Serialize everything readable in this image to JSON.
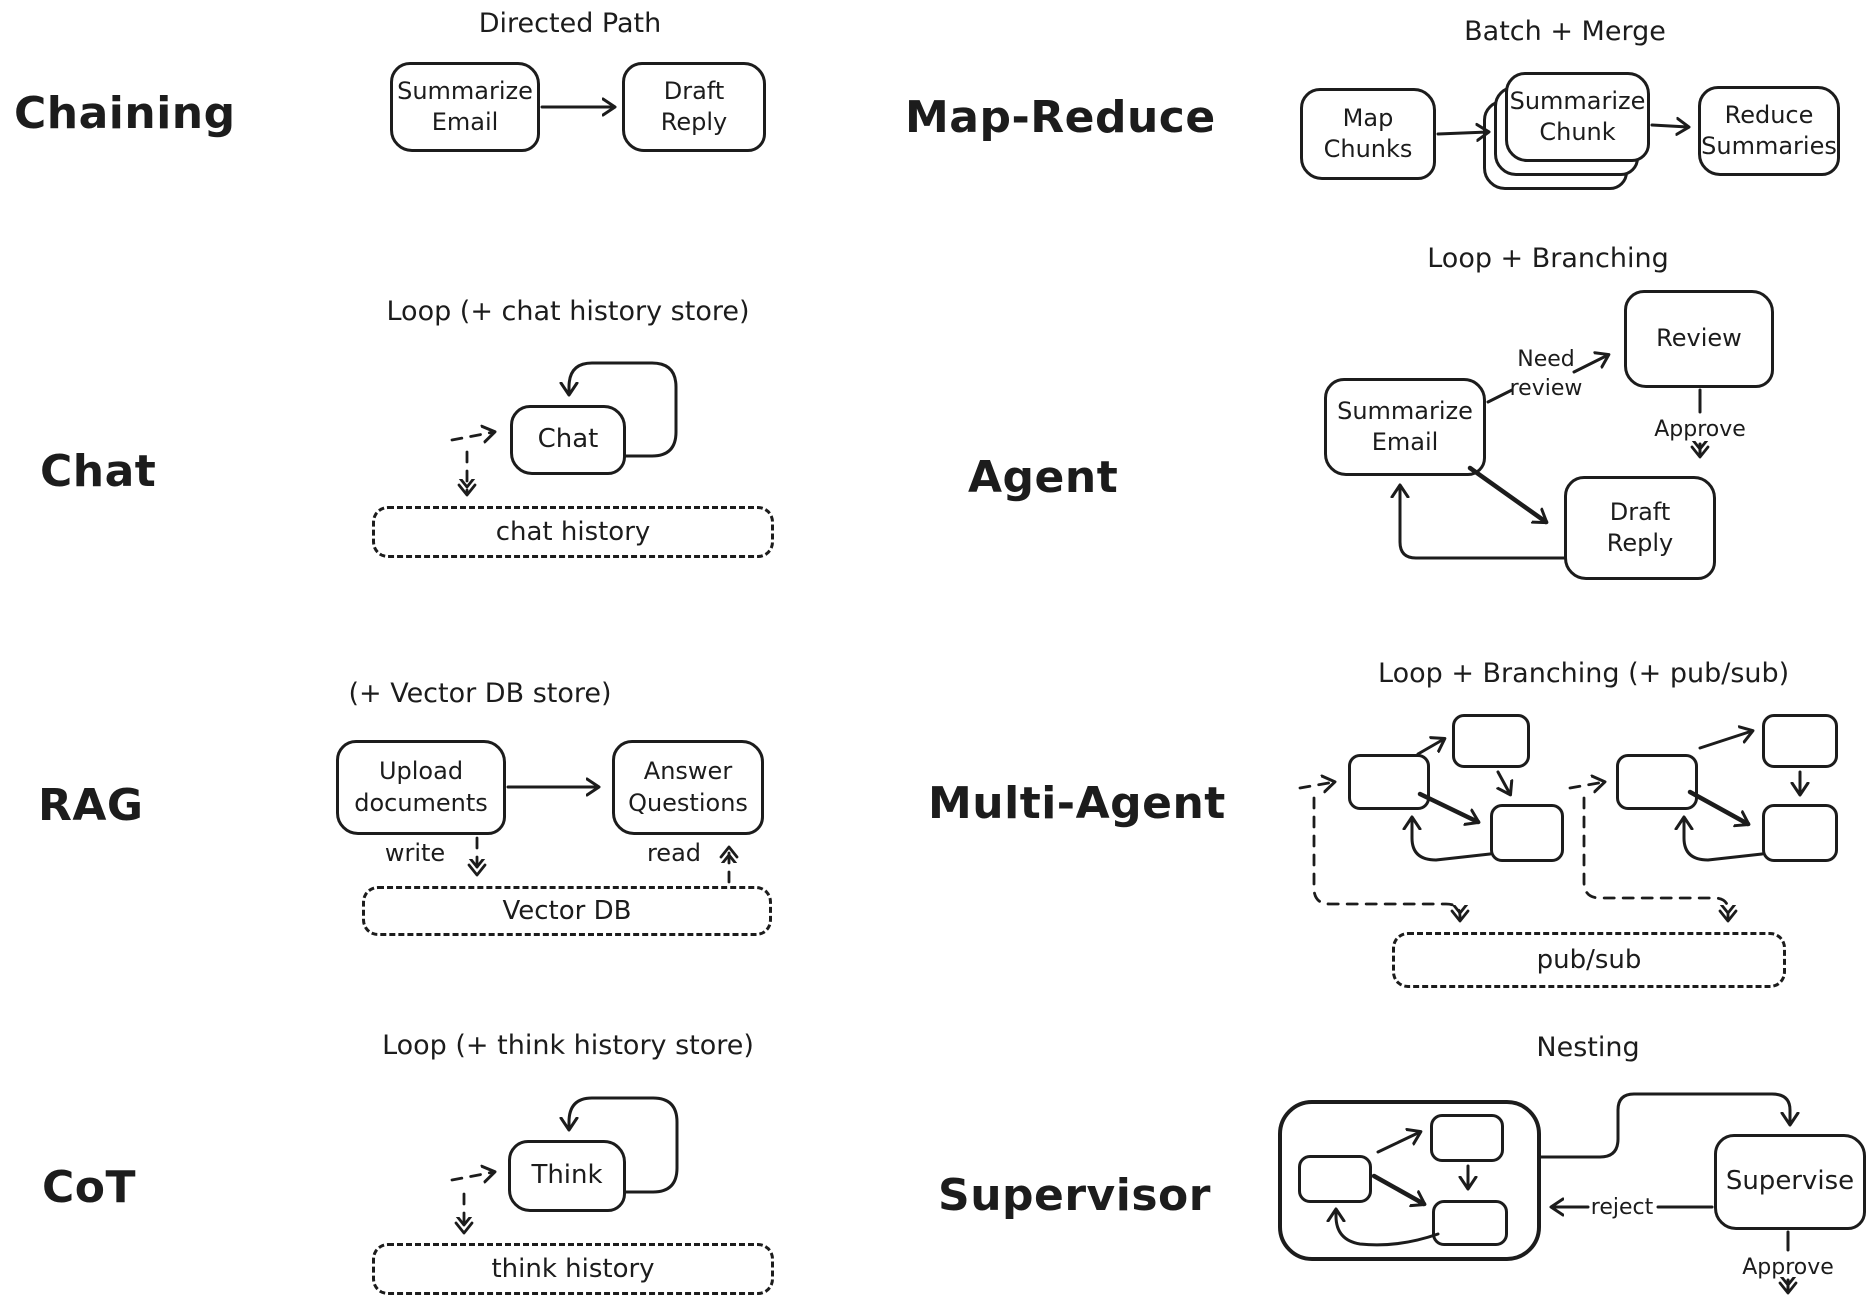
{
  "ink": "#1c1c1c",
  "bg": "#ffffff",
  "sections": {
    "chaining": {
      "label": "Chaining",
      "title": "Directed Path",
      "node_summarize": "Summarize Email",
      "node_draft": "Draft Reply"
    },
    "map_reduce": {
      "label": "Map-Reduce",
      "title": "Batch + Merge",
      "node_map": "Map Chunks",
      "node_summarize": "Summarize Chunk",
      "node_reduce": "Reduce Summaries"
    },
    "chat": {
      "label": "Chat",
      "title": "Loop (+ chat history store)",
      "node_chat": "Chat",
      "store": "chat history"
    },
    "agent": {
      "label": "Agent",
      "title": "Loop + Branching",
      "node_summarize": "Summarize Email",
      "node_review": "Review",
      "node_draft": "Draft Reply",
      "edge_need": "Need",
      "edge_review": "review",
      "edge_approve": "Approve"
    },
    "rag": {
      "label": "RAG",
      "title": "(+ Vector DB store)",
      "node_upload": "Upload documents",
      "node_answer": "Answer Questions",
      "edge_write": "write",
      "edge_read": "read",
      "store": "Vector DB"
    },
    "multi_agent": {
      "label": "Multi-Agent",
      "title": "Loop + Branching (+ pub/sub)",
      "store": "pub/sub"
    },
    "cot": {
      "label": "CoT",
      "title": "Loop (+ think history store)",
      "node_think": "Think",
      "store": "think history"
    },
    "supervisor": {
      "label": "Supervisor",
      "title": "Nesting",
      "node_supervise": "Supervise",
      "edge_reject": "reject",
      "edge_approve": "Approve"
    }
  }
}
